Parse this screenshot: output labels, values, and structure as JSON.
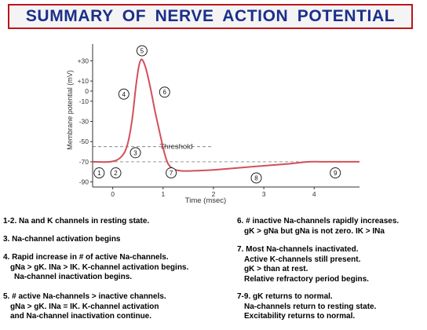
{
  "title": "SUMMARY  OF  NERVE  ACTION  POTENTIAL",
  "chart_data": {
    "type": "line",
    "ylabel": "Membrane potential (mV)",
    "xlabel": "Time (msec)",
    "x_ticks": [
      0,
      1,
      2,
      3,
      4
    ],
    "y_ticks": [
      "+30",
      "+10",
      "0",
      "-10",
      "-30",
      "-50",
      "-70",
      "-90"
    ],
    "y_tick_values": [
      30,
      10,
      0,
      -10,
      -30,
      -50,
      -70,
      -90
    ],
    "xlim": [
      -0.4,
      4.9
    ],
    "ylim": [
      -95,
      42
    ],
    "threshold": -55,
    "threshold_label": "Threshold",
    "resting": -70,
    "x": [
      -0.4,
      -0.05,
      0.15,
      0.28,
      0.38,
      0.46,
      0.52,
      0.56,
      0.6,
      0.66,
      0.74,
      0.84,
      0.95,
      1.03,
      1.1,
      1.2,
      1.35,
      1.6,
      2.0,
      2.5,
      3.0,
      3.5,
      3.9,
      4.2,
      4.9
    ],
    "y": [
      -70,
      -70,
      -66,
      -55,
      -30,
      5,
      25,
      31,
      30,
      22,
      5,
      -20,
      -45,
      -62,
      -72,
      -77,
      -79,
      -79,
      -78,
      -76,
      -74,
      -72,
      -70,
      -70,
      -70
    ],
    "stages": [
      {
        "label": "1",
        "x": -0.27,
        "y": -81
      },
      {
        "label": "2",
        "x": 0.06,
        "y": -81
      },
      {
        "label": "3",
        "x": 0.45,
        "y": -61
      },
      {
        "label": "4",
        "x": 0.22,
        "y": -3
      },
      {
        "label": "5",
        "x": 0.58,
        "y": 40
      },
      {
        "label": "6",
        "x": 1.03,
        "y": -1
      },
      {
        "label": "7",
        "x": 1.16,
        "y": -81
      },
      {
        "label": "8",
        "x": 2.85,
        "y": -86
      },
      {
        "label": "9",
        "x": 4.42,
        "y": -81
      }
    ]
  },
  "notes": {
    "n12": "1-2.  Na and K channels in resting state.",
    "n3": "3. Na-channel activation begins",
    "n4_a": "4. Rapid increase in # of active Na-channels.",
    "n4_b": "gNa > gK.  INa > IK. K-channel activation begins.",
    "n4_c": "Na-channel inactivation begins.",
    "n5_a": "5. # active Na-channels > inactive channels.",
    "n5_b": "gNa > gK.  INa = IK.  K-channel activation",
    "n5_c": "and Na-channel inactivation continue.",
    "n6_a": "6. # inactive Na-channels rapidly increases.",
    "n6_b": "gK > gNa but gNa is not zero.  IK > INa",
    "n7_a": "7. Most Na-channels inactivated.",
    "n7_b": "Active K-channels still present.",
    "n7_c": "gK > than at rest.",
    "n7_d": "Relative refractory period begins.",
    "n79_a": "7-9. gK returns to normal.",
    "n79_b": "Na-channels return to resting state.",
    "n79_c": "Excitability returns to normal."
  },
  "colors": {
    "title_text": "#1a2f8c",
    "title_border": "#c0141a",
    "trace": "#d2505a",
    "axis": "#333333"
  }
}
